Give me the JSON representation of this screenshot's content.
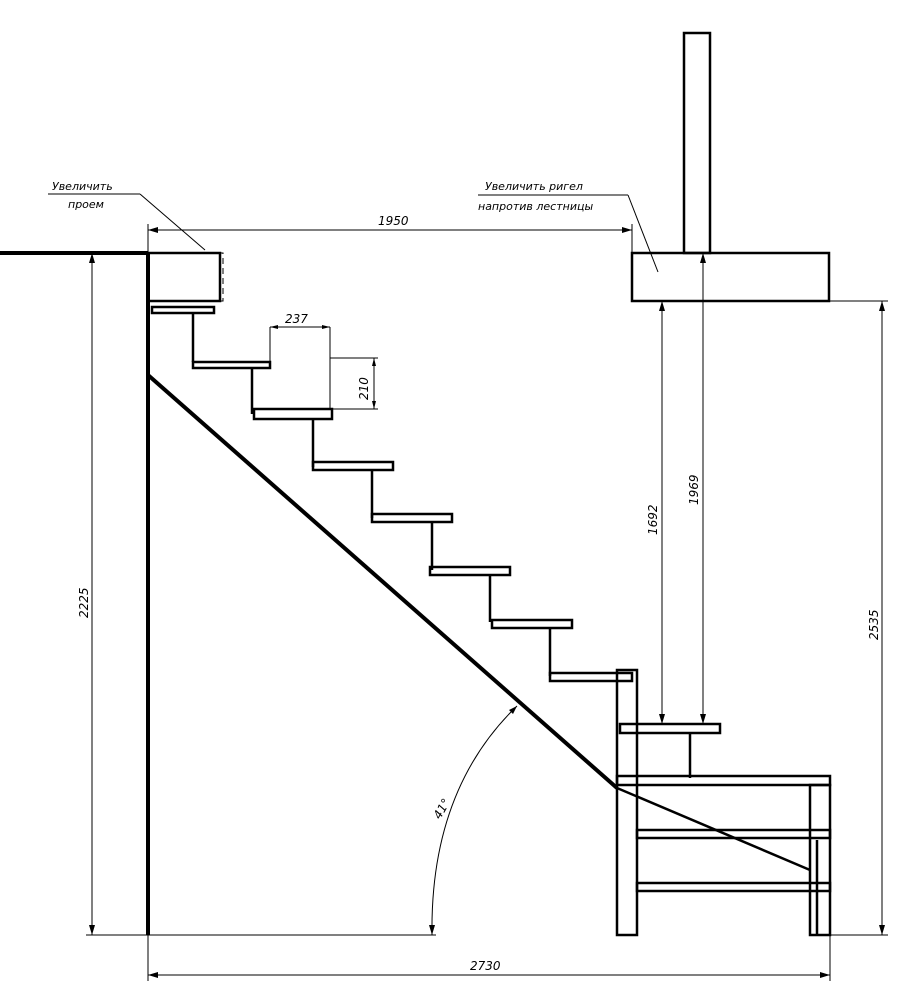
{
  "drawing": {
    "dimensions": {
      "top_opening": "1950",
      "tread_depth": "237",
      "riser_height": "210",
      "left_height": "2225",
      "right_height": "2535",
      "clearance_1": "1692",
      "clearance_2": "1969",
      "angle": "41°",
      "total_length": "2730"
    },
    "notes": {
      "left_line1": "Увеличить",
      "left_line2": "проем",
      "right_line1": "Увеличить ригел",
      "right_line2": "напротив лестницы"
    }
  }
}
